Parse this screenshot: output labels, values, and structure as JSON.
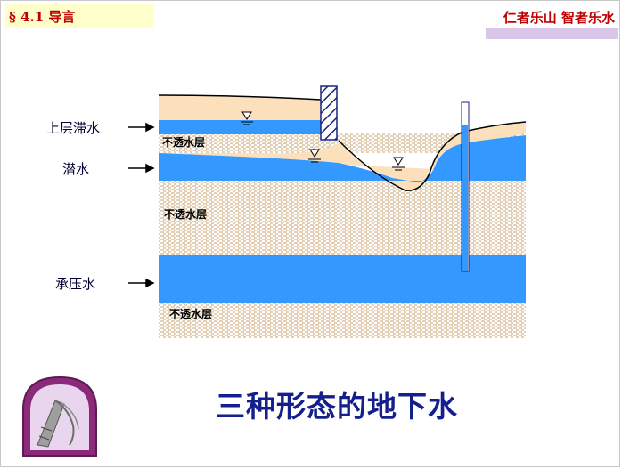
{
  "header": {
    "section": "§ 4.1  导言",
    "motto": "仁者乐山 智者乐水"
  },
  "labels": {
    "perched_water": "上层滞水",
    "phreatic_water": "潜水",
    "confined_water": "承压水"
  },
  "impermeable_layers": [
    "不透水层",
    "不透水层",
    "不透水层"
  ],
  "main_title": "三种形态的地下水",
  "colors": {
    "soil": "#fce0bc",
    "water": "#3399ff",
    "water_light": "#99ccff",
    "impermeable_stripe": "#c8a06e",
    "title": "#141e8c",
    "header_red": "#c00000"
  },
  "icons": [
    "water-table-triangle-icon",
    "logo-emblem-icon"
  ]
}
